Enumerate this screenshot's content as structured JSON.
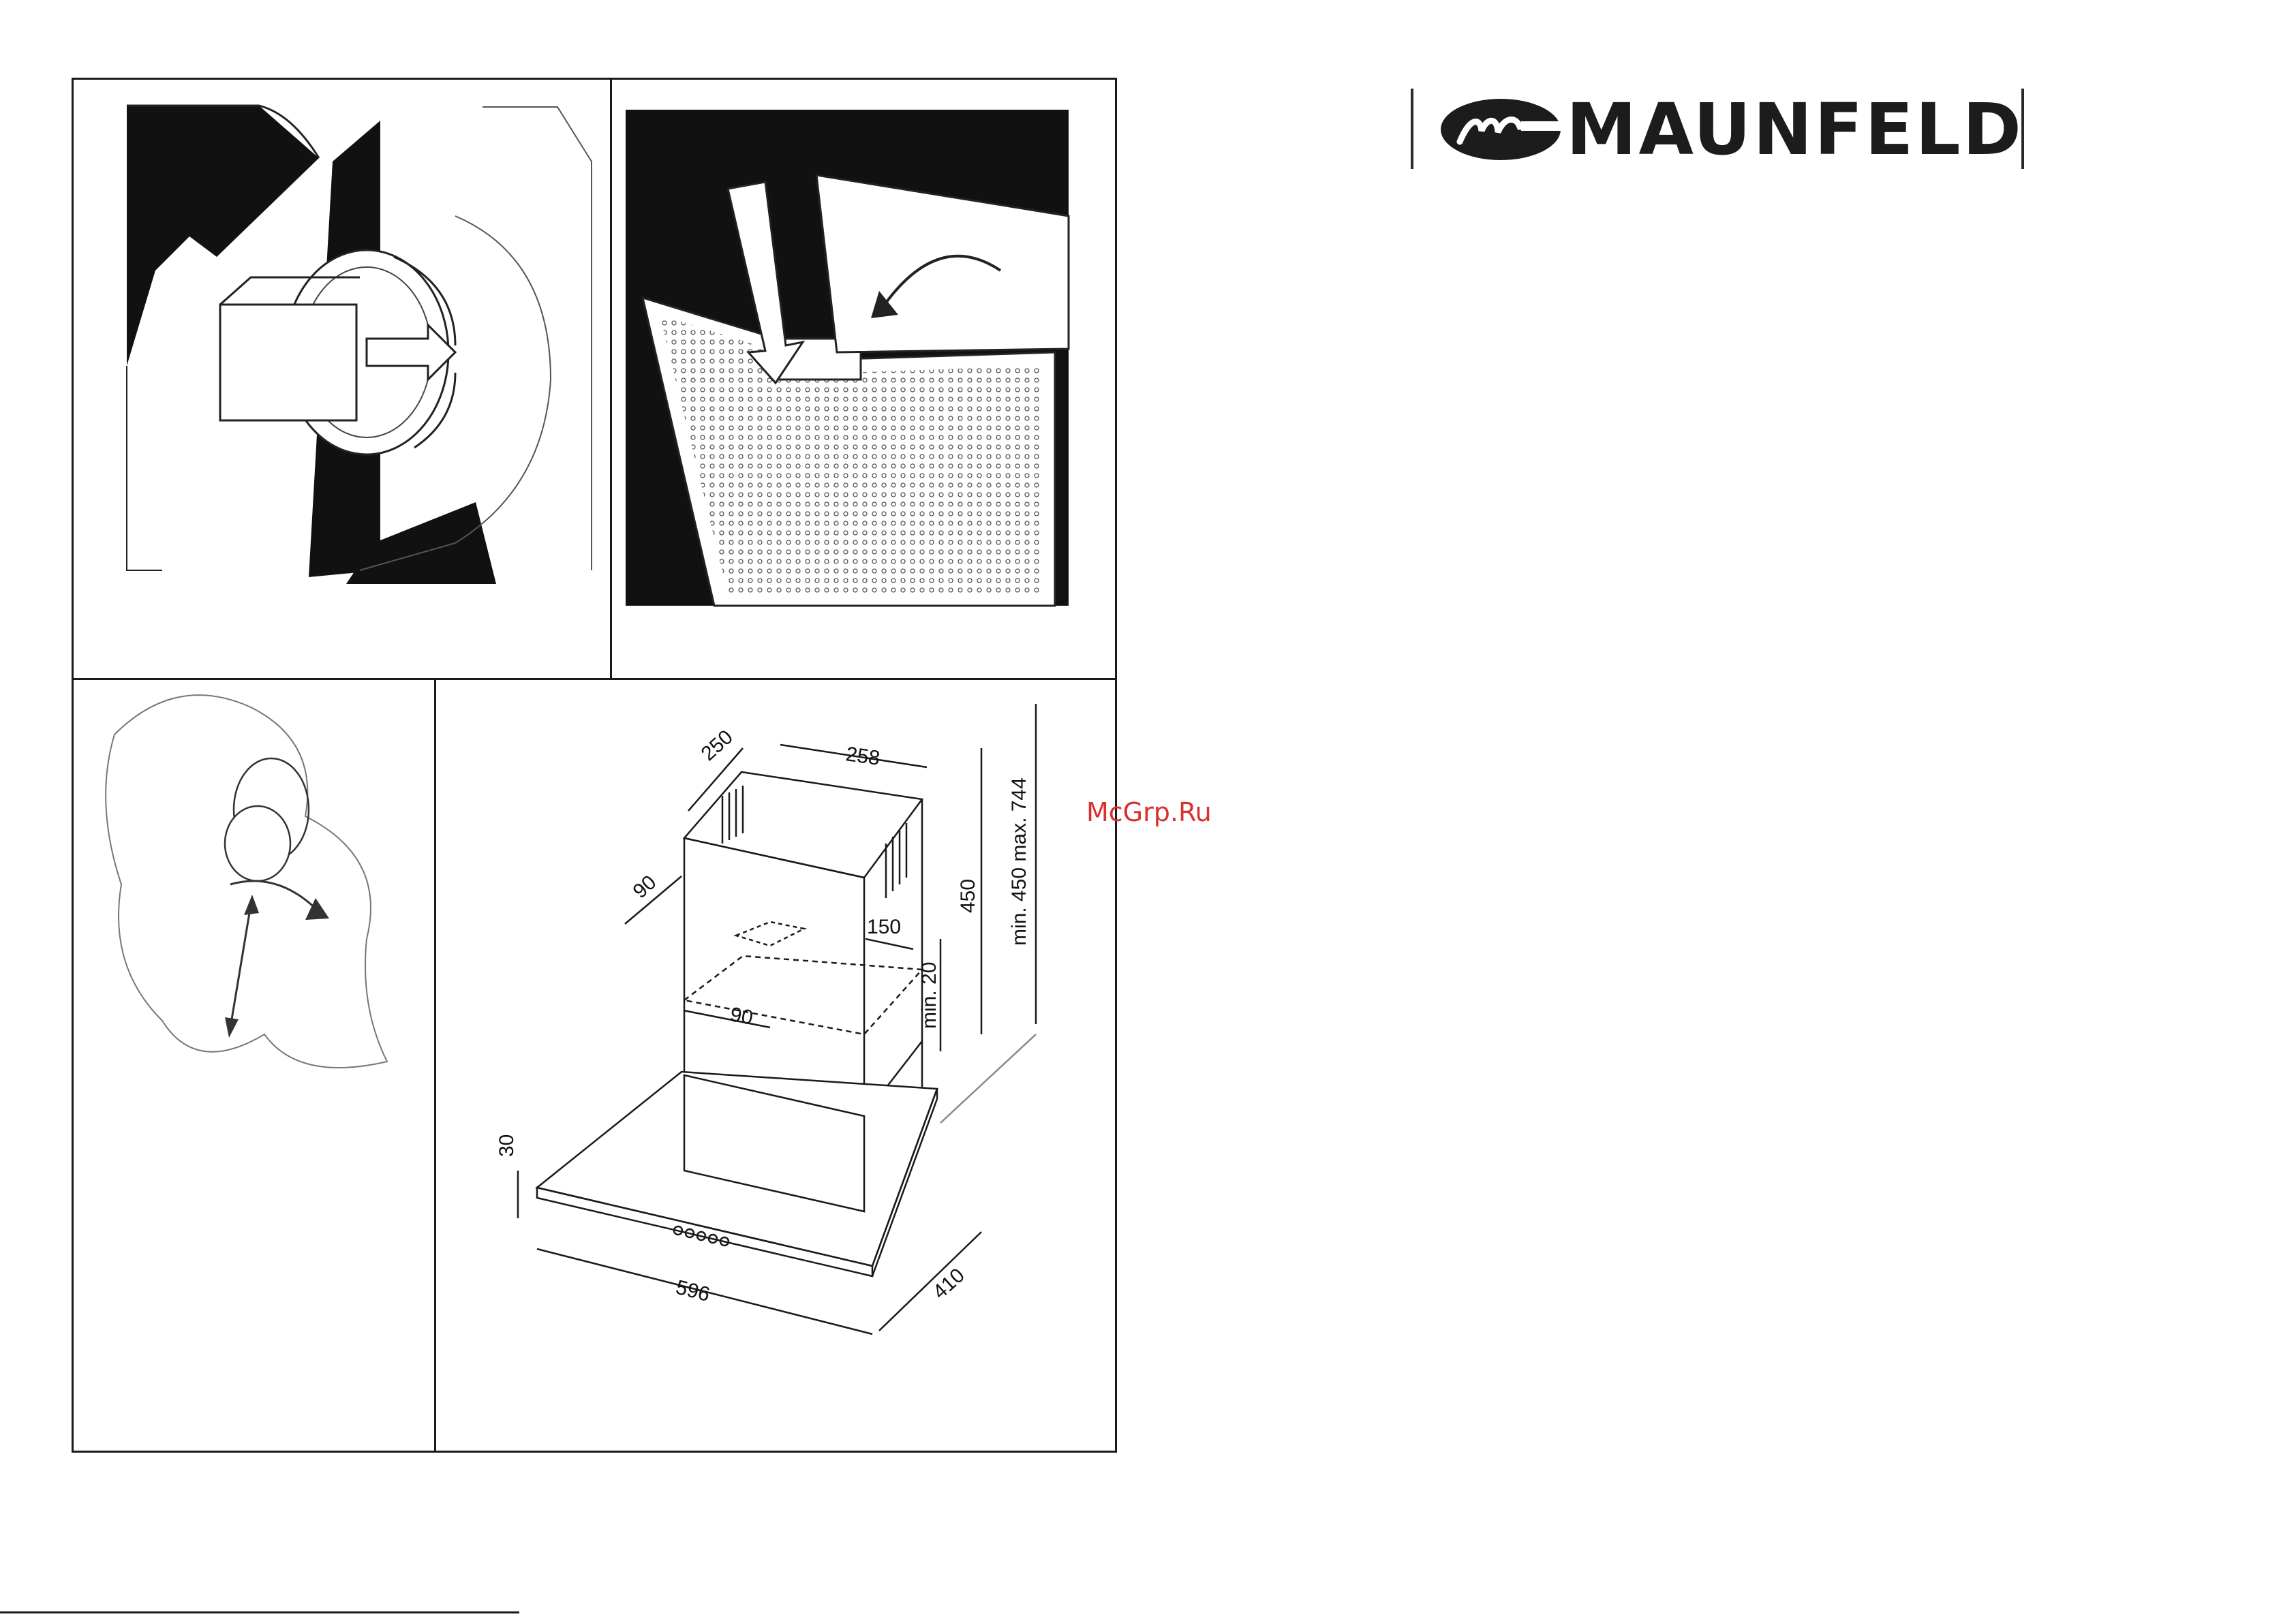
{
  "brand": {
    "name": "MAUNFELD",
    "logo_icon": "maunfeld-m-logo-icon"
  },
  "watermark": "McGrp.Ru",
  "dimensions": {
    "d250": "250",
    "d258": "258",
    "d90_top": "90",
    "d150": "150",
    "d450": "450",
    "d_min_max": "min. 450 max. 744",
    "d_min20": "min. 20",
    "d90_bottom": "90",
    "d30": "30",
    "d596": "596",
    "d410": "410"
  },
  "colors": {
    "ink": "#1a1a1a",
    "watermark": "#d93030"
  }
}
